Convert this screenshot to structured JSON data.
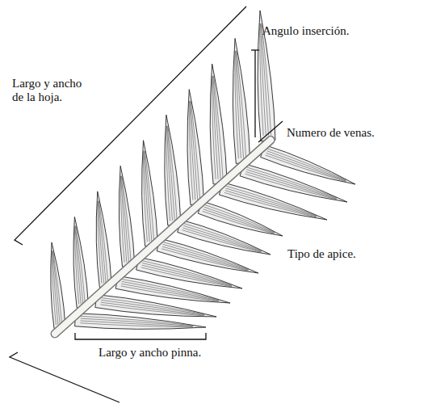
{
  "diagram": {
    "labels": [
      "Largo y ancho de la hoja.",
      "Angulo inserción.",
      "Numero de venas.",
      "Tipo de apice.",
      "Largo y ancho pinna."
    ]
  }
}
